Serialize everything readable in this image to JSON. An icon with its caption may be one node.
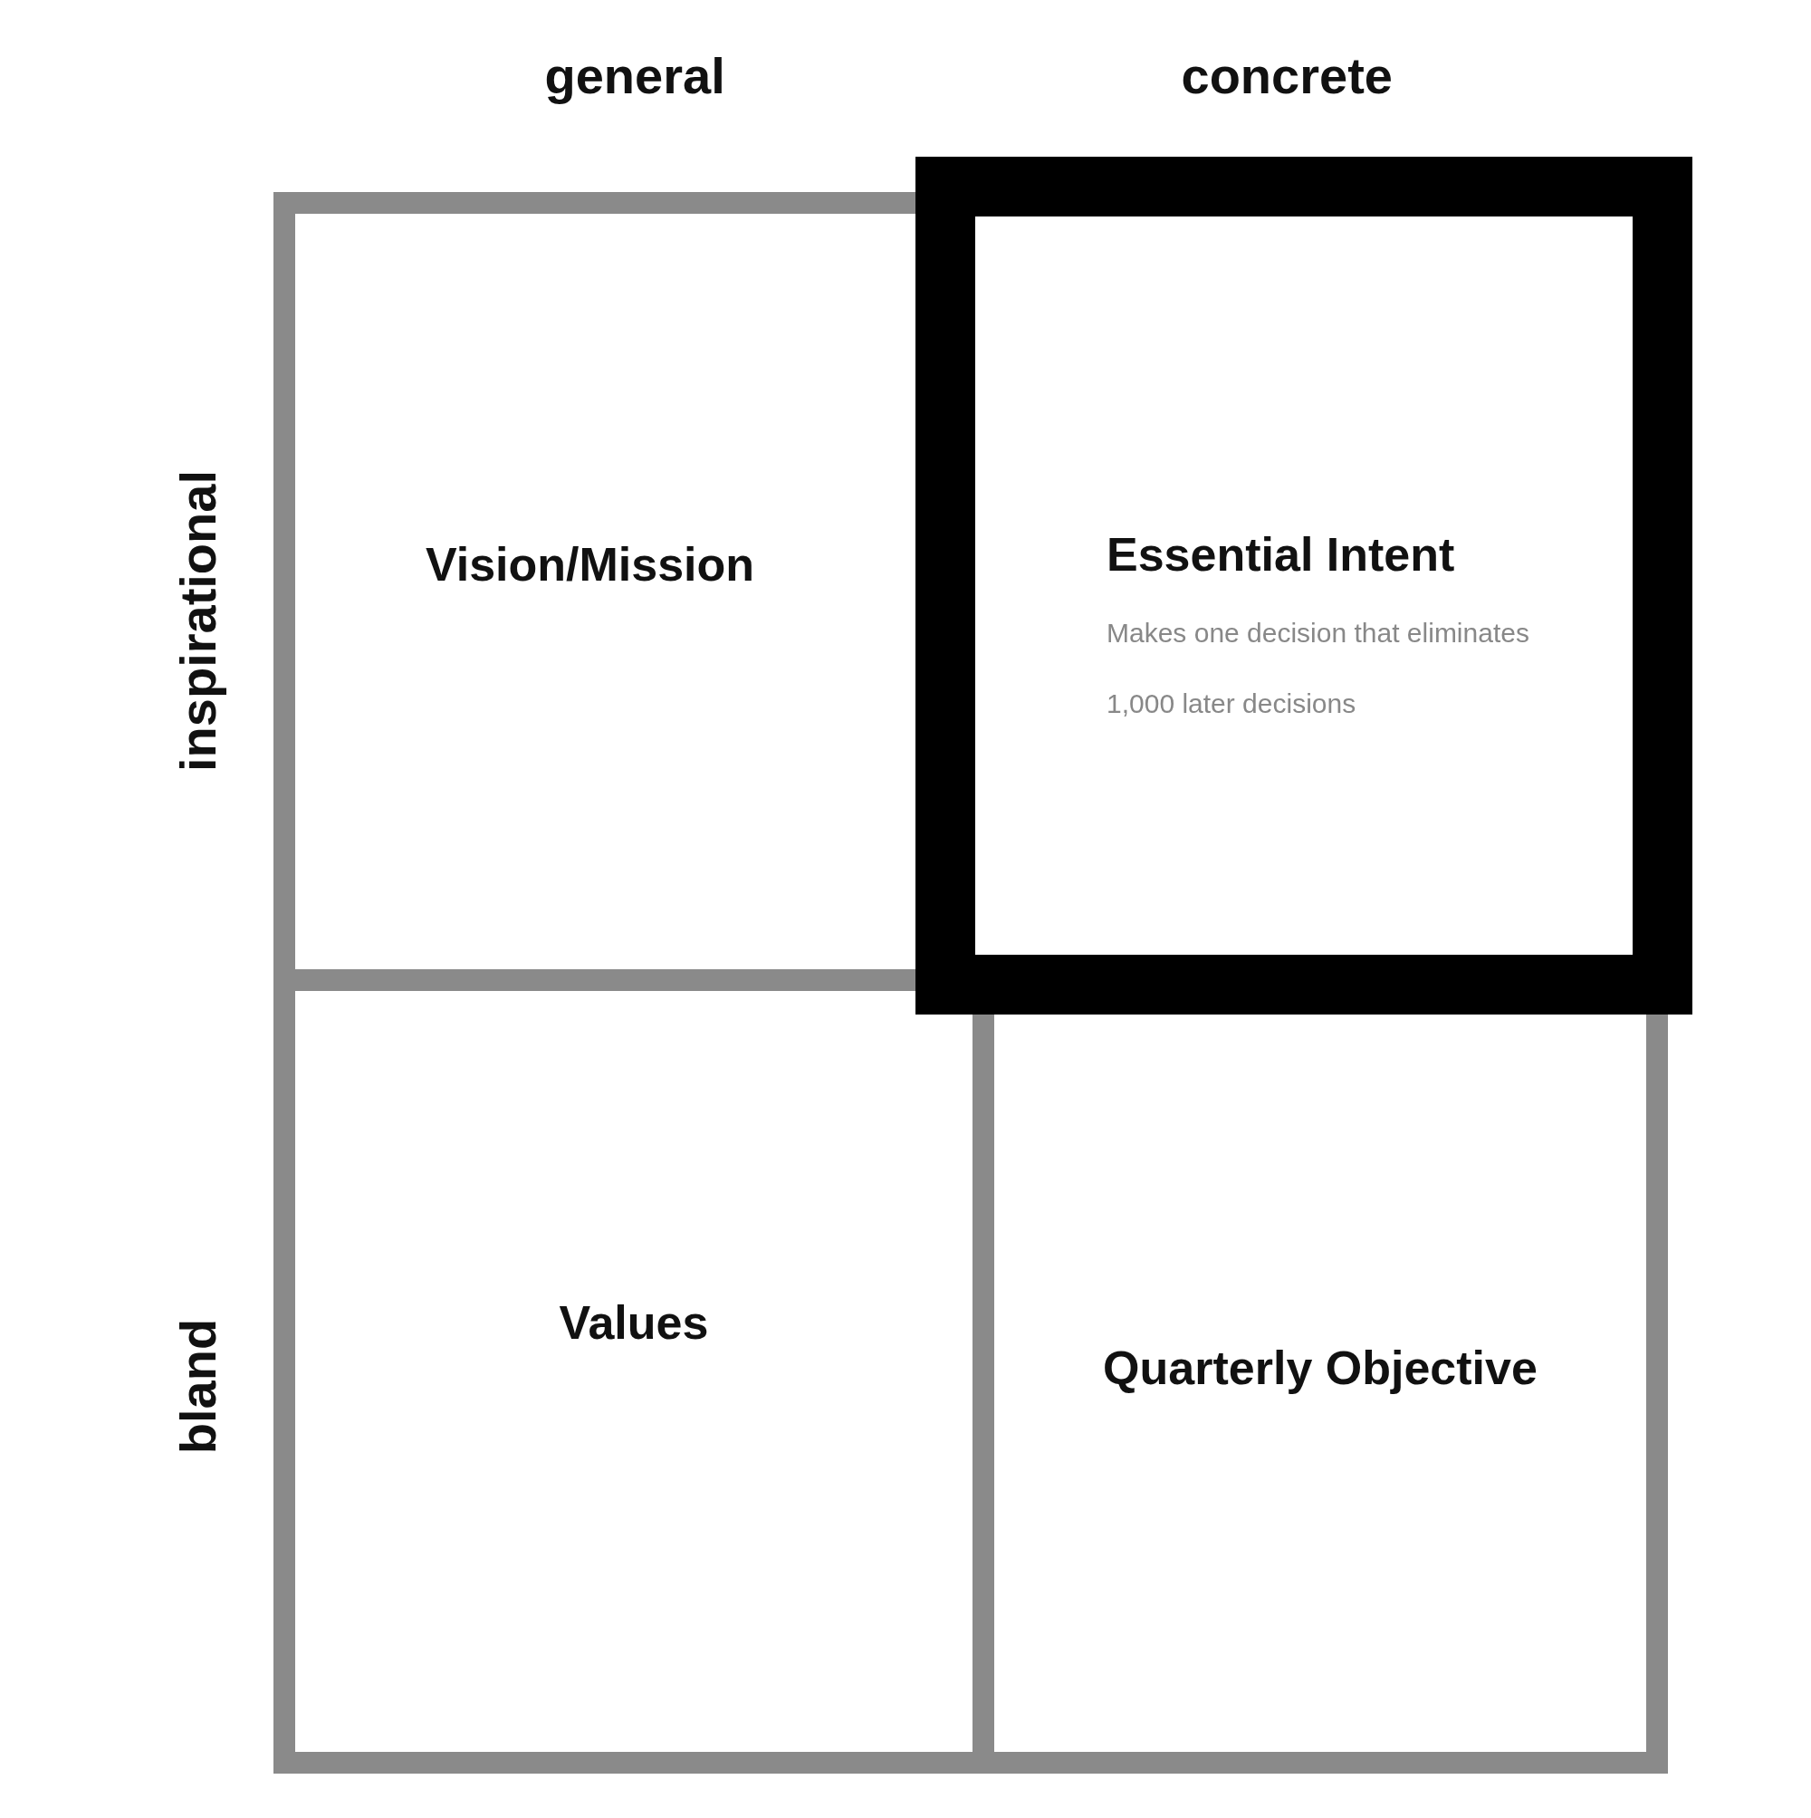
{
  "diagram": {
    "nodes": [
      {
        "text": [
          "Vision/Mission"
        ]
      },
      {
        "text": [
          "Essential Intent",
          "Makes one decision that eliminates 1,000 later decisions"
        ]
      },
      {
        "text": [
          "Values"
        ]
      },
      {
        "text": [
          "Quarterly Objective"
        ]
      }
    ],
    "labels": [
      "general",
      "concrete",
      "inspirational",
      "bland"
    ]
  }
}
